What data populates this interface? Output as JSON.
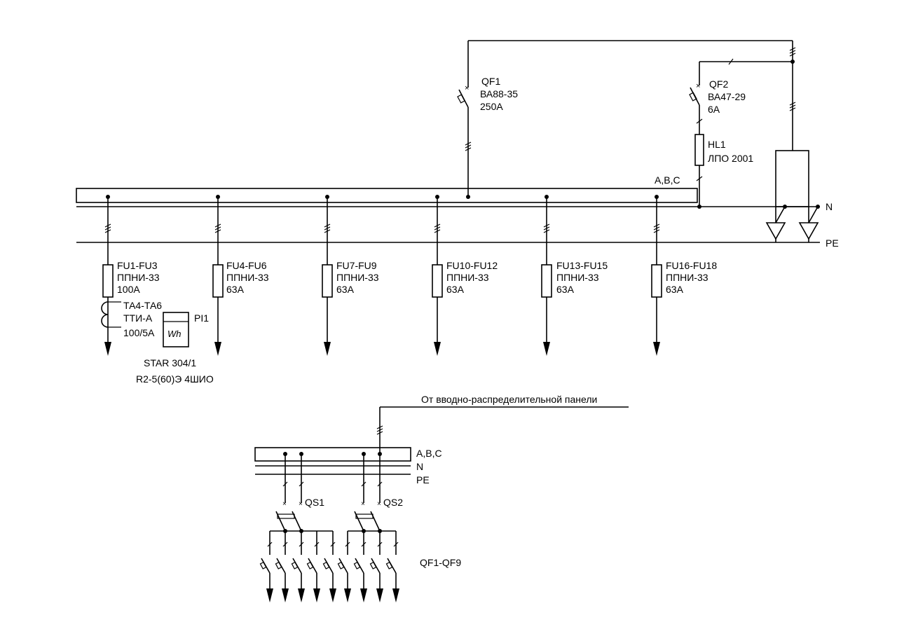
{
  "top": {
    "bus_label": "A,B,C",
    "n_label": "N",
    "pe_label": "PE",
    "qf1": {
      "name": "QF1",
      "type": "ВА88-35",
      "rating": "250А"
    },
    "qf2": {
      "name": "QF2",
      "type": "ВА47-29",
      "rating": "6А"
    },
    "hl1": {
      "name": "HL1",
      "type": "ЛПО 2001"
    },
    "feeders": [
      {
        "name": "FU1-FU3",
        "type": "ППНИ-33",
        "rating": "100А"
      },
      {
        "name": "FU4-FU6",
        "type": "ППНИ-33",
        "rating": "63А"
      },
      {
        "name": "FU7-FU9",
        "type": "ППНИ-33",
        "rating": "63А"
      },
      {
        "name": "FU10-FU12",
        "type": "ППНИ-33",
        "rating": "63А"
      },
      {
        "name": "FU13-FU15",
        "type": "ППНИ-33",
        "rating": "63А"
      },
      {
        "name": "FU16-FU18",
        "type": "ППНИ-33",
        "rating": "63А"
      }
    ],
    "ct": {
      "name": "ТА4-ТА6",
      "type": "ТТИ-А",
      "ratio": "100/5А"
    },
    "meter": {
      "name": "PI1",
      "symbol": "Wh",
      "model": "STAR 304/1",
      "spec": "R2-5(60)Э 4ШИО"
    }
  },
  "bottom": {
    "source_label": "От вводно-распределительной панели",
    "bus_label": "A,B,C",
    "n_label": "N",
    "pe_label": "PE",
    "qs1": "QS1",
    "qs2": "QS2",
    "breakers": "QF1-QF9"
  }
}
